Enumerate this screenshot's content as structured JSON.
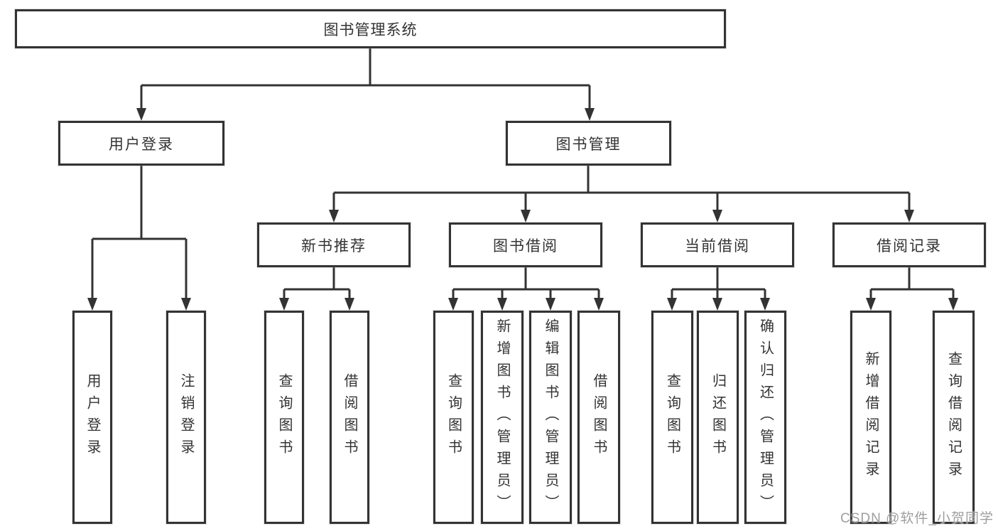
{
  "diagram": {
    "root": {
      "label": "图书管理系统"
    },
    "branches": [
      {
        "label": "用户登录",
        "leaves": [
          "用户登录",
          "注销登录"
        ]
      },
      {
        "label": "图书管理",
        "groups": [
          {
            "label": "新书推荐",
            "leaves": [
              "查询图书",
              "借阅图书"
            ]
          },
          {
            "label": "图书借阅",
            "leaves": [
              "查询图书",
              "新增图书（管理员）",
              "编辑图书（管理员）",
              "借阅图书"
            ]
          },
          {
            "label": "当前借阅",
            "leaves": [
              "查询图书",
              "归还图书",
              "确认归还（管理员）"
            ]
          },
          {
            "label": "借阅记录",
            "leaves": [
              "新增借阅记录",
              "查询借阅记录"
            ]
          }
        ]
      }
    ]
  },
  "watermark": {
    "text": "CSDN @软件_小贺同学"
  },
  "colors": {
    "line": "#333333",
    "box_border": "#333333",
    "text": "#333333",
    "background": "#ffffff",
    "watermark": "#9e9e9e"
  }
}
